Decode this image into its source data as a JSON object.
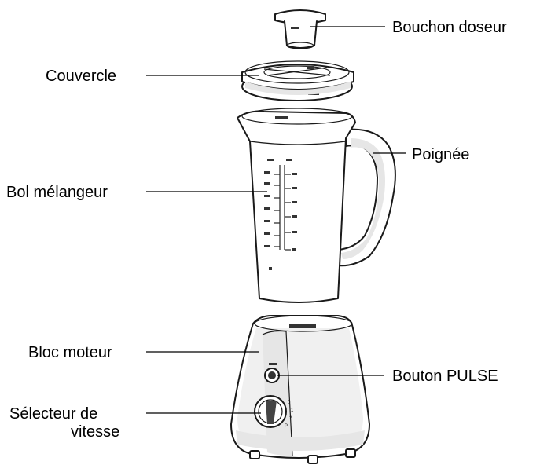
{
  "labels": {
    "bouchon_doseur": "Bouchon doseur",
    "couvercle": "Couvercle",
    "poignee": "Poignée",
    "bol_melangeur": "Bol mélangeur",
    "bloc_moteur": "Bloc moteur",
    "bouton_pulse": "Bouton PULSE",
    "selecteur_line1": "Sélecteur de",
    "selecteur_line2": "vitesse"
  }
}
